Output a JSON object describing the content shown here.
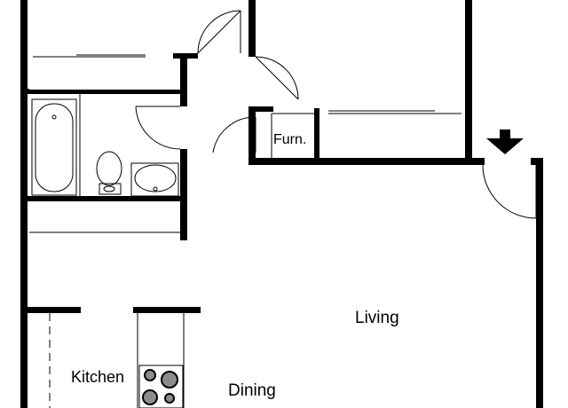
{
  "floorplan": {
    "rooms": {
      "living": "Living",
      "dining": "Dining",
      "kitchen": "Kitchen",
      "furnace": "Furn."
    },
    "colors": {
      "wall": "#000000",
      "fixture": "#000000",
      "background": "#ffffff",
      "burner": "#8c8c8c"
    },
    "icons": {
      "entry": "entry-arrow-icon",
      "bathtub": "bathtub-icon",
      "toilet": "toilet-icon",
      "sink": "sink-icon",
      "stove": "stove-icon"
    }
  }
}
